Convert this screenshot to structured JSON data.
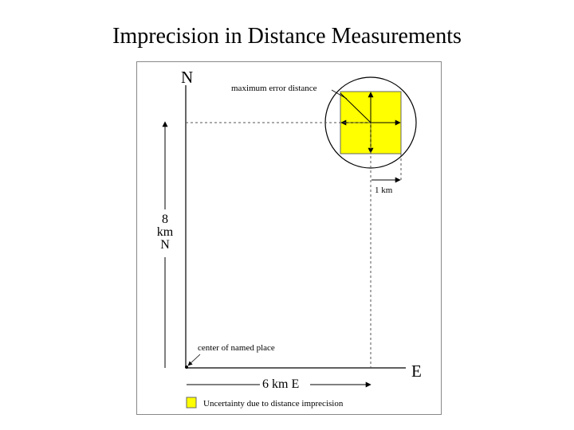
{
  "slide": {
    "title": "Imprecision in Distance Measurements"
  },
  "diagram": {
    "north_axis_label": "N",
    "east_axis_label": "E",
    "max_error_label": "maximum error distance",
    "radius_label": "1 km",
    "center_label": "center of named place",
    "north_distance": {
      "value": "8",
      "unit": "km",
      "direction": "N"
    },
    "east_distance_label": "6 km E",
    "legend_label": "Uncertainty due to distance imprecision"
  },
  "colors": {
    "uncertainty_fill": "#ffff00",
    "line": "#000000",
    "dashed": "#555555",
    "frame": "#888888"
  }
}
